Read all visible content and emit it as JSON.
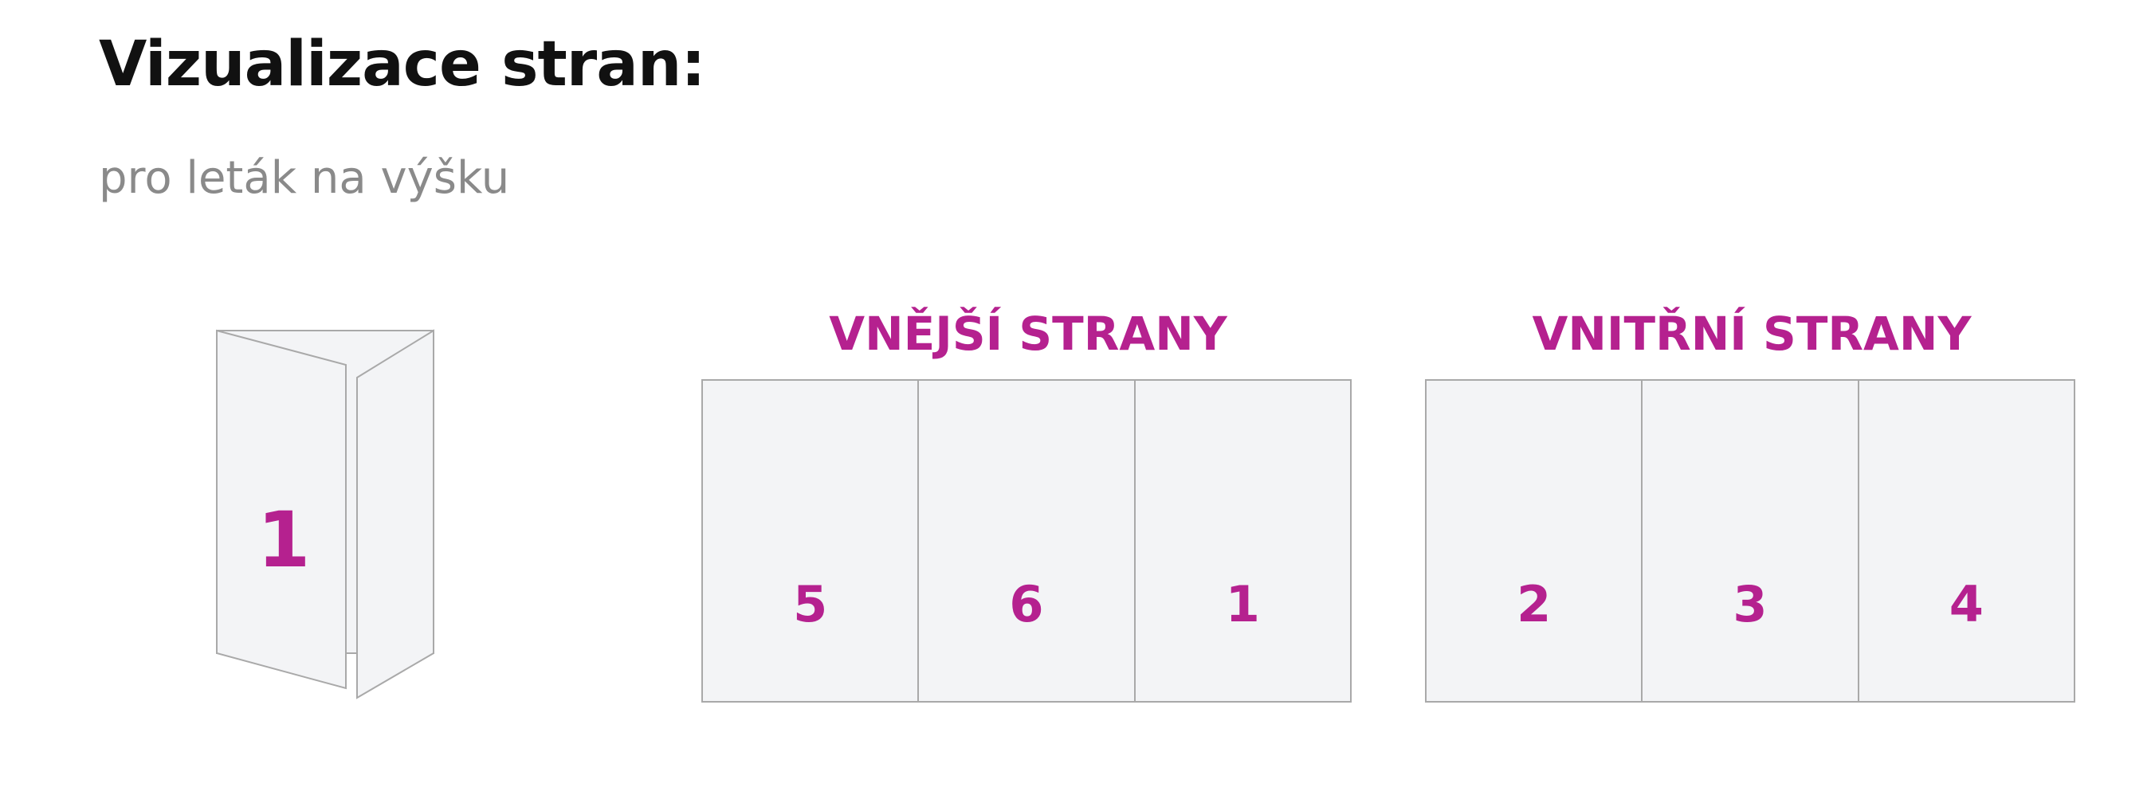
{
  "title": "Vizualizace stran:",
  "subtitle": "pro leták na výšku",
  "accent_color": "#b5218f",
  "panel_fill": "#f3f4f6",
  "folded_leaflet": {
    "page_number": "1"
  },
  "outer": {
    "label": "VNĚJŠÍ STRANY",
    "pages": [
      "5",
      "6",
      "1"
    ]
  },
  "inner": {
    "label": "VNITŘNÍ STRANY",
    "pages": [
      "2",
      "3",
      "4"
    ]
  }
}
